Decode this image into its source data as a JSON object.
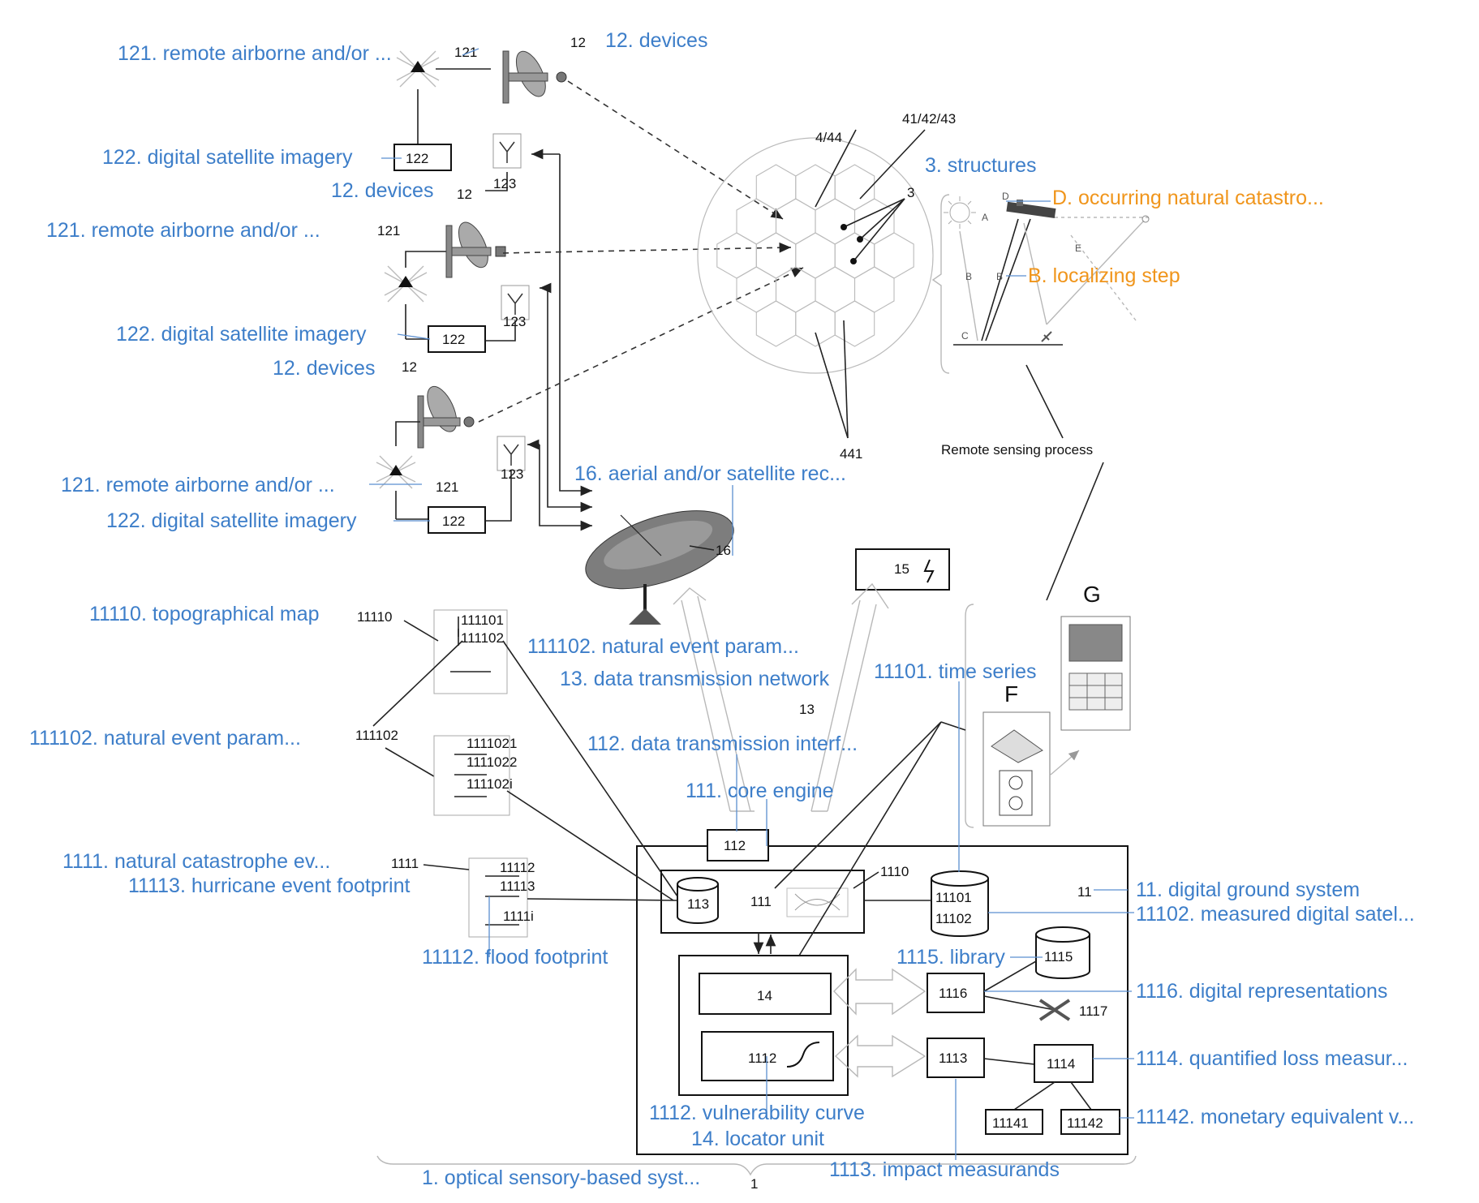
{
  "callouts": {
    "c121_a": "121. remote airborne and/or ...",
    "c12_top": "12. devices",
    "c122_a": "122. digital satellite imagery",
    "c12_b": "12. devices",
    "c121_b": "121. remote airborne and/or ...",
    "c122_b": "122. digital satellite imagery",
    "c12_c": "12. devices",
    "c121_c": "121. remote airborne and/or ...",
    "c122_c": "122. digital satellite imagery",
    "c16": "16. aerial and/or satellite rec...",
    "c3": "3. structures",
    "cD": "D. occurring natural catastro...",
    "cB": "B. localizing step",
    "c11110": "11110. topographical map",
    "c111102_a": "111102. natural event param...",
    "c13": "13. data transmission network",
    "c11101": "11101. time series",
    "c111102_b": "111102. natural event param...",
    "c112": "112. data transmission interf...",
    "c111": "111. core engine",
    "c1111": "1111. natural catastrophe ev...",
    "c11113": "11113. hurricane event footprint",
    "c11112": "11112. flood footprint",
    "c11": "11. digital ground system",
    "c11102": "11102. measured digital satel...",
    "c1115": "1115. library",
    "c1116": "1116. digital representations",
    "c1114": "1114. quantified loss measur...",
    "c1112": "1112. vulnerability curve",
    "c14": "14. locator unit",
    "c11142": "11142. monetary equivalent v...",
    "c1": "1. optical sensory-based syst...",
    "c1113": "1113. impact measurands"
  },
  "refs": {
    "r121a": "121",
    "r12a": "12",
    "r122a": "122",
    "r123a": "123",
    "r121b": "121",
    "r12b": "12",
    "r122b": "122",
    "r123b": "123",
    "r12c": "12",
    "r121c": "121",
    "r122c": "122",
    "r123c": "123",
    "r444": "4/44",
    "r414243": "41/42/43",
    "r3": "3",
    "r441": "441",
    "rD": "D",
    "rA": "A",
    "rBl": "B",
    "rBr": "B",
    "rC": "C",
    "rE": "E",
    "remote_sensing": "Remote sensing process",
    "r16": "16",
    "r15": "15",
    "rG": "G",
    "rF": "F",
    "r13": "13",
    "r11110": "11110",
    "r111101": "111101",
    "r111102a": "111102",
    "r111102b": "111102",
    "r1111021": "1111021",
    "r1111022": "1111022",
    "r111102i": "111102i",
    "r1111": "1111",
    "r11112": "11112",
    "r11113": "11113",
    "r1111i": "1111i",
    "r112": "112",
    "r113": "113",
    "r111": "111",
    "r1110": "1110",
    "r11101": "11101",
    "r11102": "11102",
    "r11": "11",
    "r1115": "1115",
    "r1116": "1116",
    "r1117": "1117",
    "r14": "14",
    "r1112": "1112",
    "r1113": "1113",
    "r1114": "1114",
    "r11141": "11141",
    "r11142": "11142",
    "r1": "1"
  },
  "colors": {
    "callout": "#3d7ec9",
    "highlight": "#f0951b",
    "line": "#222222"
  },
  "icons": [
    "satellite-icon",
    "aircraft-icon",
    "antenna-icon",
    "dish-antenna-icon",
    "database-icon",
    "lightning-icon",
    "sun-icon"
  ]
}
